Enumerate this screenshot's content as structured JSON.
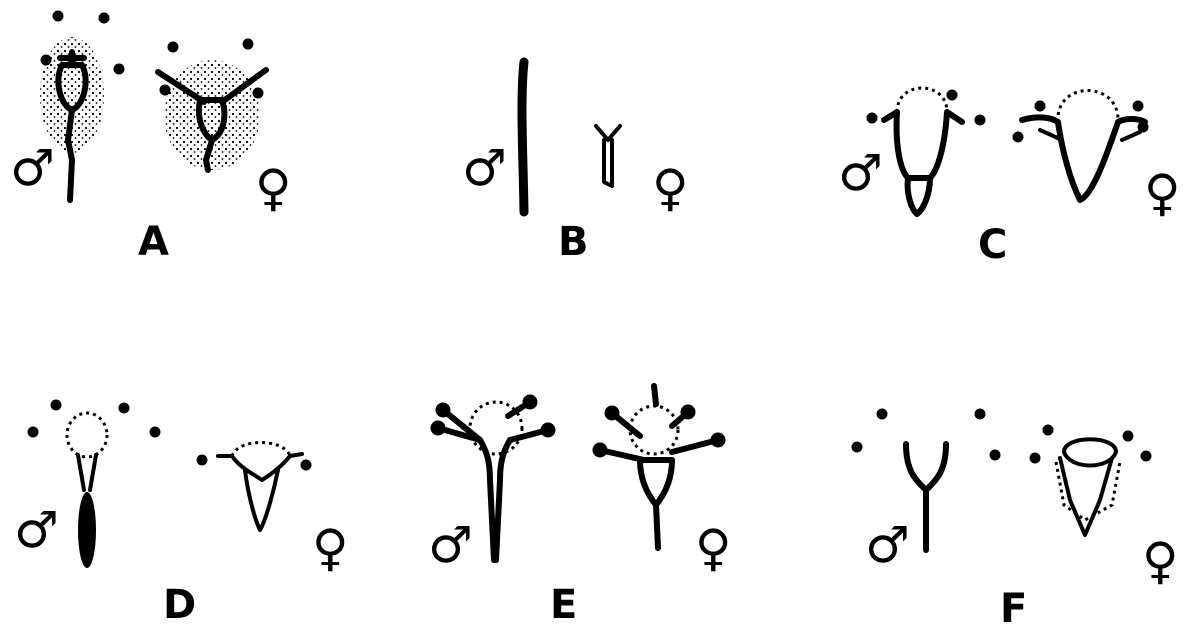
{
  "symbols": {
    "male": "♂",
    "female": "♀"
  },
  "panels": [
    {
      "id": "A",
      "label": "A"
    },
    {
      "id": "B",
      "label": "B"
    },
    {
      "id": "C",
      "label": "C"
    },
    {
      "id": "D",
      "label": "D"
    },
    {
      "id": "E",
      "label": "E"
    },
    {
      "id": "F",
      "label": "F"
    }
  ]
}
